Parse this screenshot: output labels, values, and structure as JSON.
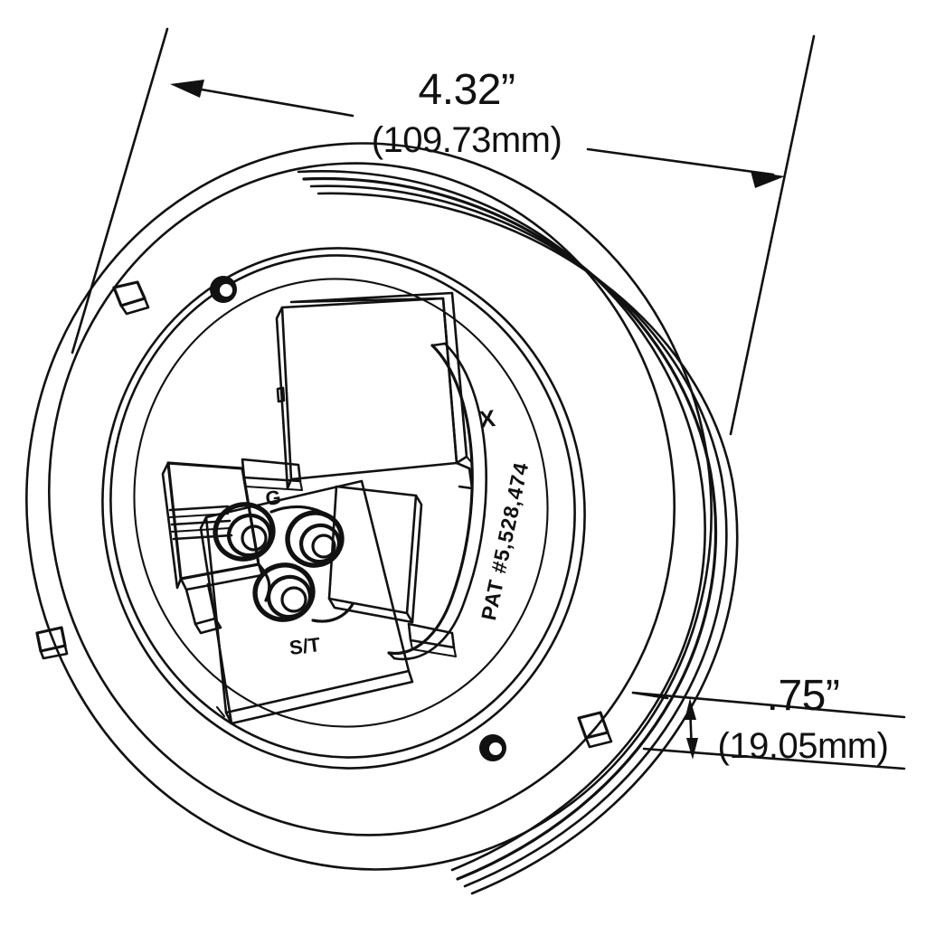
{
  "drawing": {
    "title": "Round Lamp Rear View Dimensional Drawing",
    "background_color": "#ffffff",
    "line_color": "#111111"
  },
  "dimensions": {
    "diameter": {
      "name": "overall-diameter",
      "inches": "4.32”",
      "millimeters": "(109.73mm)"
    },
    "depth": {
      "name": "overall-depth",
      "inches": ".75”",
      "millimeters": "(19.05mm)"
    }
  },
  "markings": {
    "terminal_ground": "G",
    "terminal_stop_turn": "S/T",
    "orientation_mark": "X",
    "patent": "PAT #5,528,474"
  }
}
